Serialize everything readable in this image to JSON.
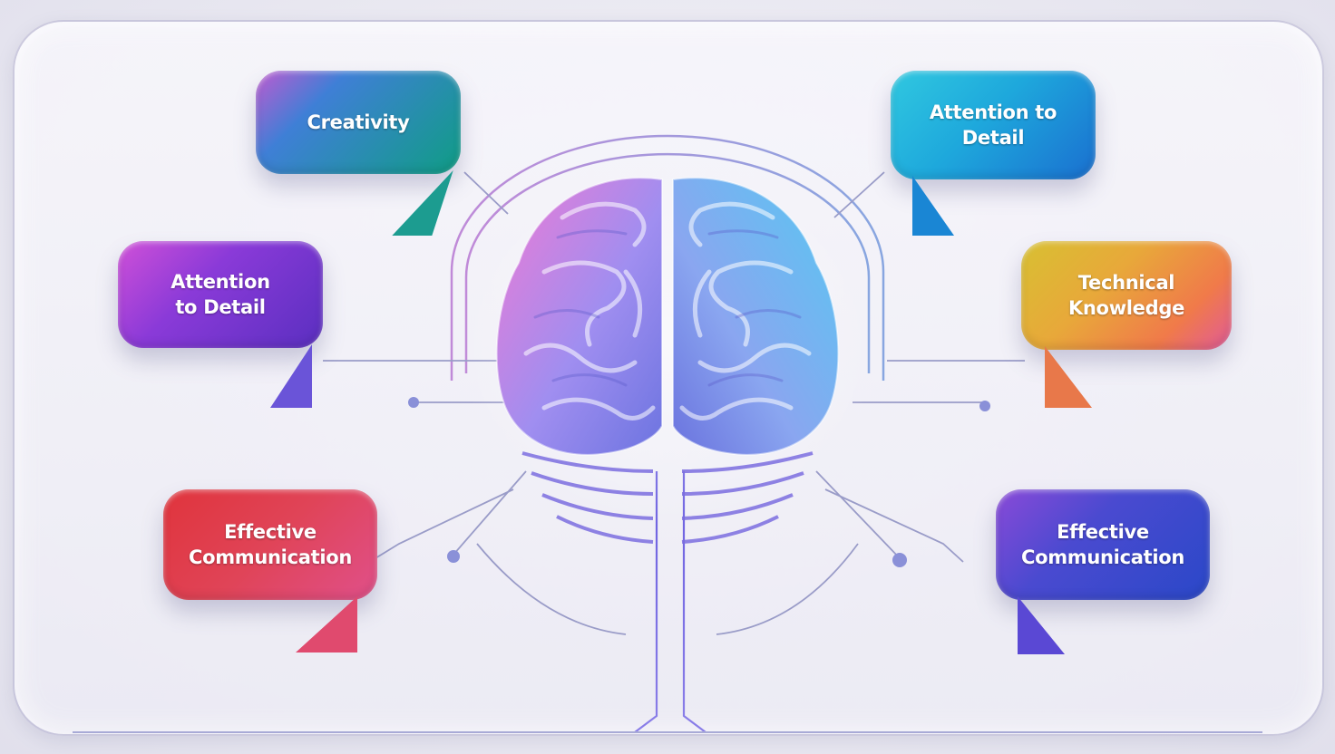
{
  "bubbles": {
    "creativity": {
      "label": "Creativity",
      "color_start": "#3f7fd6",
      "color_end": "#0f9d84"
    },
    "attention_left": {
      "line1": "Attention",
      "line2": "to Detail",
      "color_start": "#b04de0",
      "color_end": "#5a2fc0"
    },
    "effective_left": {
      "line1": "Effective",
      "line2": "Communication",
      "color_start": "#e0364a",
      "color_end": "#e0507a"
    },
    "attention_right": {
      "line1": "Attention to",
      "line2": "Detail",
      "color_start": "#23b8d8",
      "color_end": "#1a6fd0"
    },
    "technical": {
      "line1": "Technical",
      "line2": "Knowledge",
      "color_start": "#e0c030",
      "color_end": "#f07040"
    },
    "effective_right": {
      "line1": "Effective",
      "line2": "Communication",
      "color_start": "#6a4ad8",
      "color_end": "#2a48c8"
    }
  },
  "brain": {
    "color_left": "#e97ad0",
    "color_mid": "#8aa8f0",
    "color_right": "#5ec0f0"
  }
}
